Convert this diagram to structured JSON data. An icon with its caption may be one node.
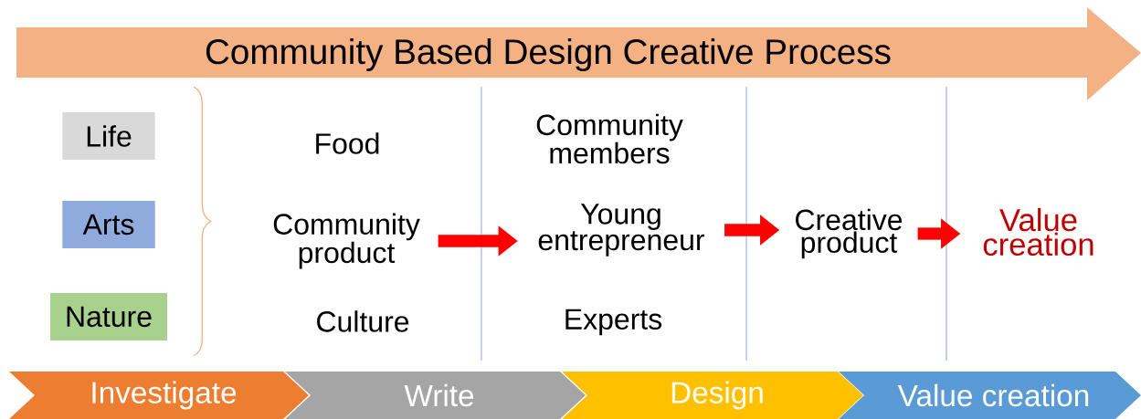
{
  "diagram": {
    "nodes": [
      {
        "text": [
          "Community Based Design Creative Process"
        ]
      },
      {
        "text": [
          "Life"
        ]
      },
      {
        "text": [
          "Arts"
        ]
      },
      {
        "text": [
          "Nature"
        ]
      },
      {
        "text": [
          "Community product"
        ]
      },
      {
        "text": [
          "Young entrepreneur"
        ]
      },
      {
        "text": [
          "Creative product"
        ]
      },
      {
        "text": [
          "Value creation"
        ]
      },
      {
        "text": [
          "Investigate"
        ]
      },
      {
        "text": [
          "Write"
        ]
      },
      {
        "text": [
          "Design"
        ]
      },
      {
        "text": [
          "Value creation"
        ]
      }
    ],
    "edges": [
      {
        "from": 4,
        "to": 5,
        "arrow": "to"
      },
      {
        "from": 5,
        "to": 6,
        "arrow": "to"
      },
      {
        "from": 6,
        "to": 7,
        "arrow": "to"
      }
    ],
    "labels": [
      "Community members",
      "Food",
      "Experts",
      "Culture"
    ]
  }
}
